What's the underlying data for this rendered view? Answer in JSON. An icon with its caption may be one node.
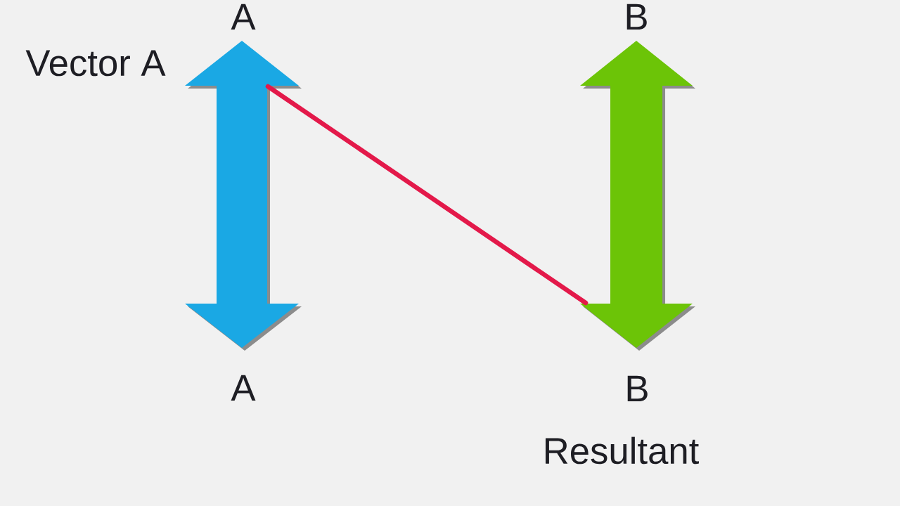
{
  "diagram": {
    "labels": [
      "A",
      "B",
      "Vector A",
      "A",
      "B",
      "Resultant"
    ]
  }
}
